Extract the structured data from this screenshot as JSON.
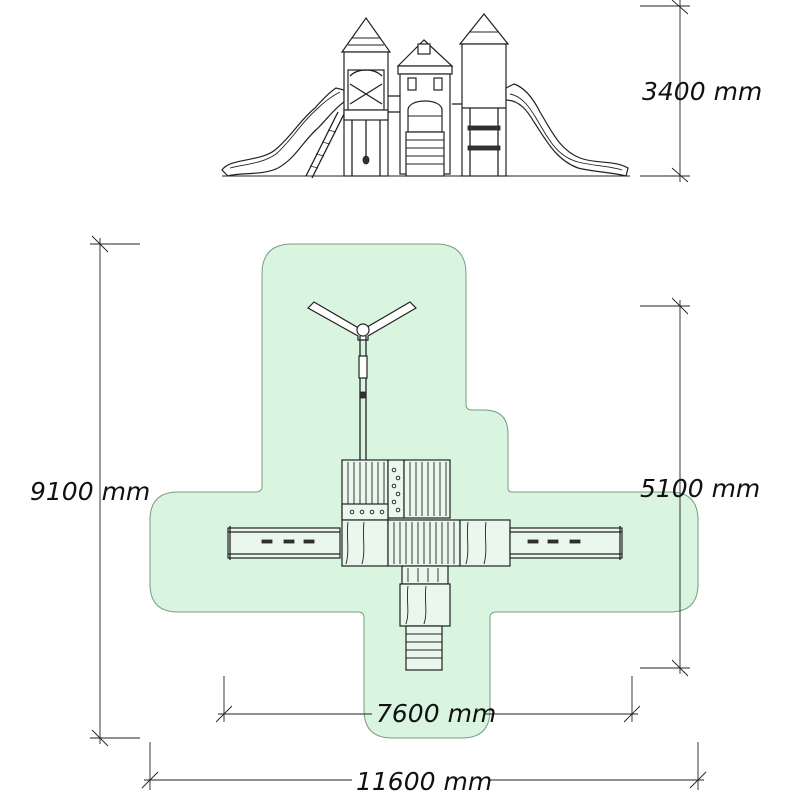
{
  "dimensions": {
    "height_label": "3400 mm",
    "depth_label": "9100 mm",
    "inner_depth_label": "5100 mm",
    "inner_width_label": "7600 mm",
    "width_label": "11600 mm"
  },
  "colors": {
    "safety_zone_fill": "#d9f5df",
    "safety_zone_stroke": "#7a9a80",
    "line": "#222222"
  }
}
